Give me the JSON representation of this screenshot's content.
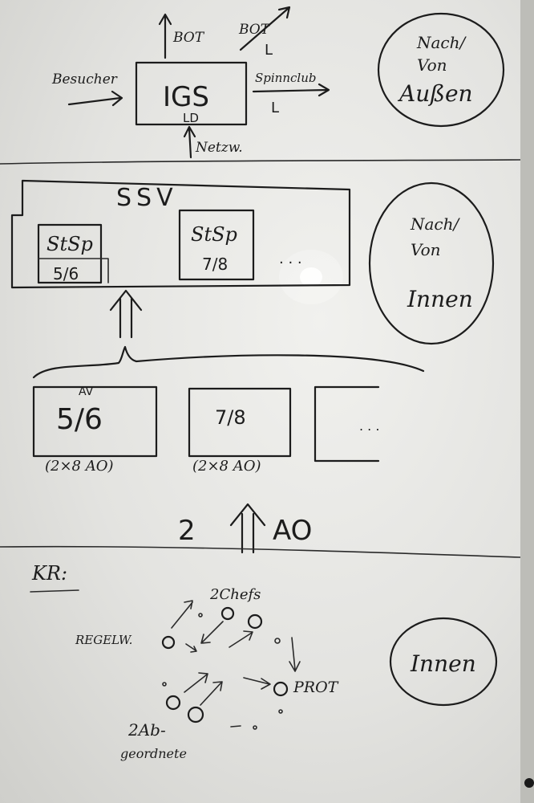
{
  "section1": {
    "center_box": "IGS",
    "center_box_sub": "LD",
    "left_label": "Besucher",
    "top_left_label": "BOT",
    "top_right_label": "BOT",
    "top_right_sub": "L",
    "right_label": "Spinnclub",
    "right_sub": "L",
    "bottom_label": "Netzw.",
    "circle": [
      "Nach/",
      "Von",
      "Außen"
    ]
  },
  "section2": {
    "outer_box": "SSV",
    "box1": [
      "StSp",
      "5/6"
    ],
    "box2": [
      "StSp",
      "7/8"
    ],
    "ellipsis": ". . .",
    "circle": [
      "Nach/",
      "Von",
      "Innen"
    ]
  },
  "section3": {
    "box1": "5/6",
    "box1_sup": "AV",
    "box1_caption": "(2×8 AO)",
    "box2": "7/8",
    "box2_caption": "(2×8 AO)",
    "ellipsis": ". . .",
    "bottom_left": "2",
    "bottom_right": "AO"
  },
  "section4": {
    "heading": "KR:",
    "chefs_label": "2Chefs",
    "regel_label": "REGELW.",
    "prot_label": "PROT",
    "sub_label_1": "2Ab-",
    "sub_label_2": "geordnete",
    "circle": "Innen"
  }
}
